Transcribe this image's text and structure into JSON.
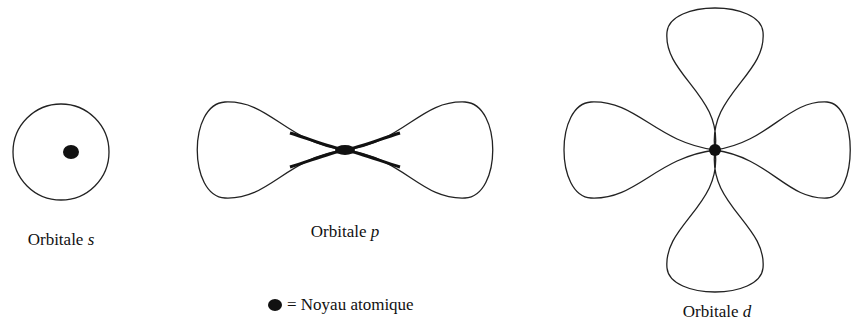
{
  "diagram": {
    "labels": [
      "Orbitale s",
      "Orbitale p",
      "Orbitale d"
    ],
    "legend": [
      {
        "text": "= Noyau atomique"
      }
    ]
  }
}
